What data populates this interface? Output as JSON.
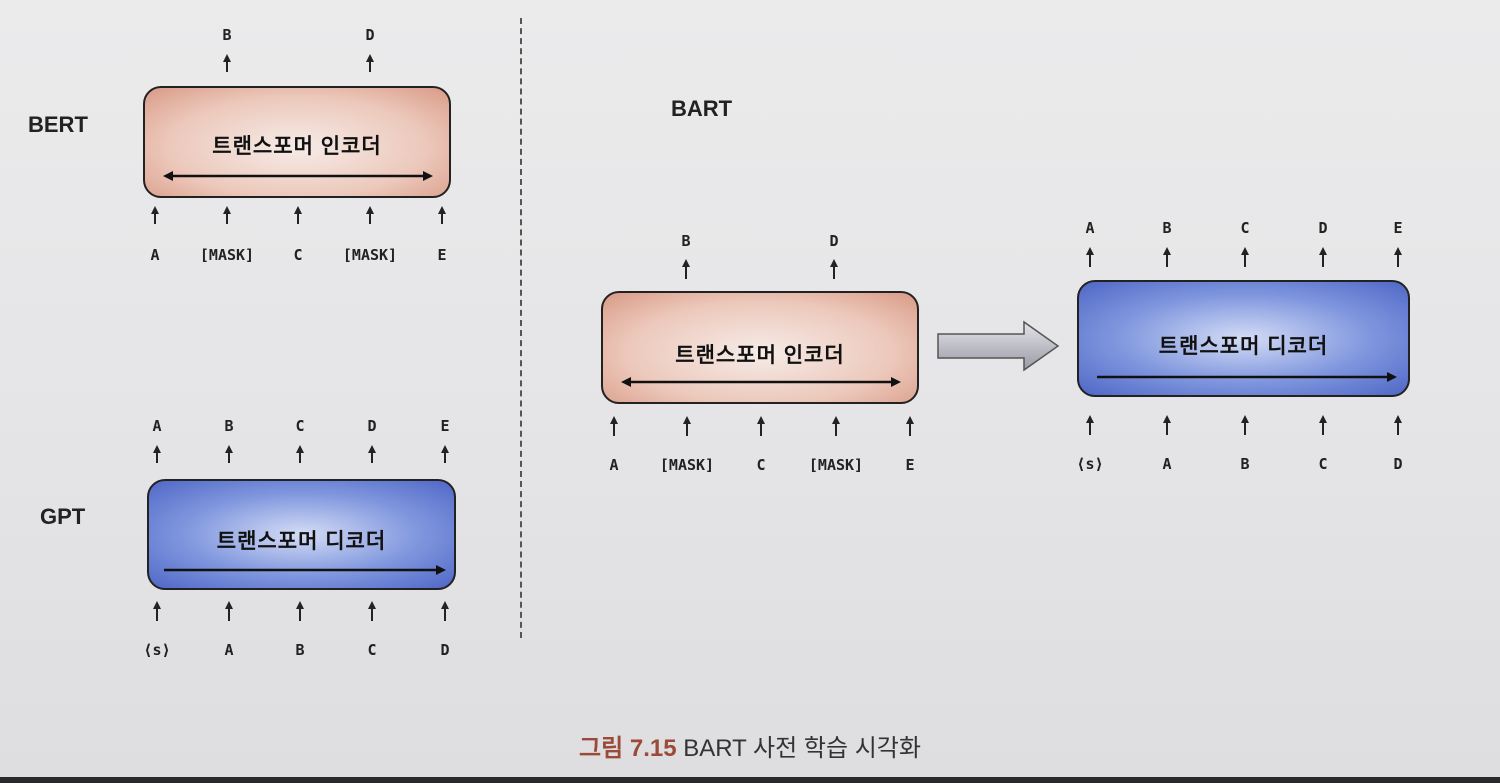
{
  "bert": {
    "label": "BERT",
    "box_title": "트랜스포머 인코더",
    "outputs": [
      "B",
      "D"
    ],
    "inputs": [
      "A",
      "[MASK]",
      "C",
      "[MASK]",
      "E"
    ]
  },
  "gpt": {
    "label": "GPT",
    "box_title": "트랜스포머 디코더",
    "outputs": [
      "A",
      "B",
      "C",
      "D",
      "E"
    ],
    "inputs": [
      "⟨s⟩",
      "A",
      "B",
      "C",
      "D"
    ]
  },
  "bart": {
    "label": "BART",
    "encoder": {
      "box_title": "트랜스포머 인코더",
      "outputs": [
        "B",
        "D"
      ],
      "inputs": [
        "A",
        "[MASK]",
        "C",
        "[MASK]",
        "E"
      ]
    },
    "decoder": {
      "box_title": "트랜스포머 디코더",
      "outputs": [
        "A",
        "B",
        "C",
        "D",
        "E"
      ],
      "inputs": [
        "⟨s⟩",
        "A",
        "B",
        "C",
        "D"
      ]
    }
  },
  "caption": {
    "figure_number": "그림 7.15",
    "text": "BART 사전 학습 시각화"
  }
}
